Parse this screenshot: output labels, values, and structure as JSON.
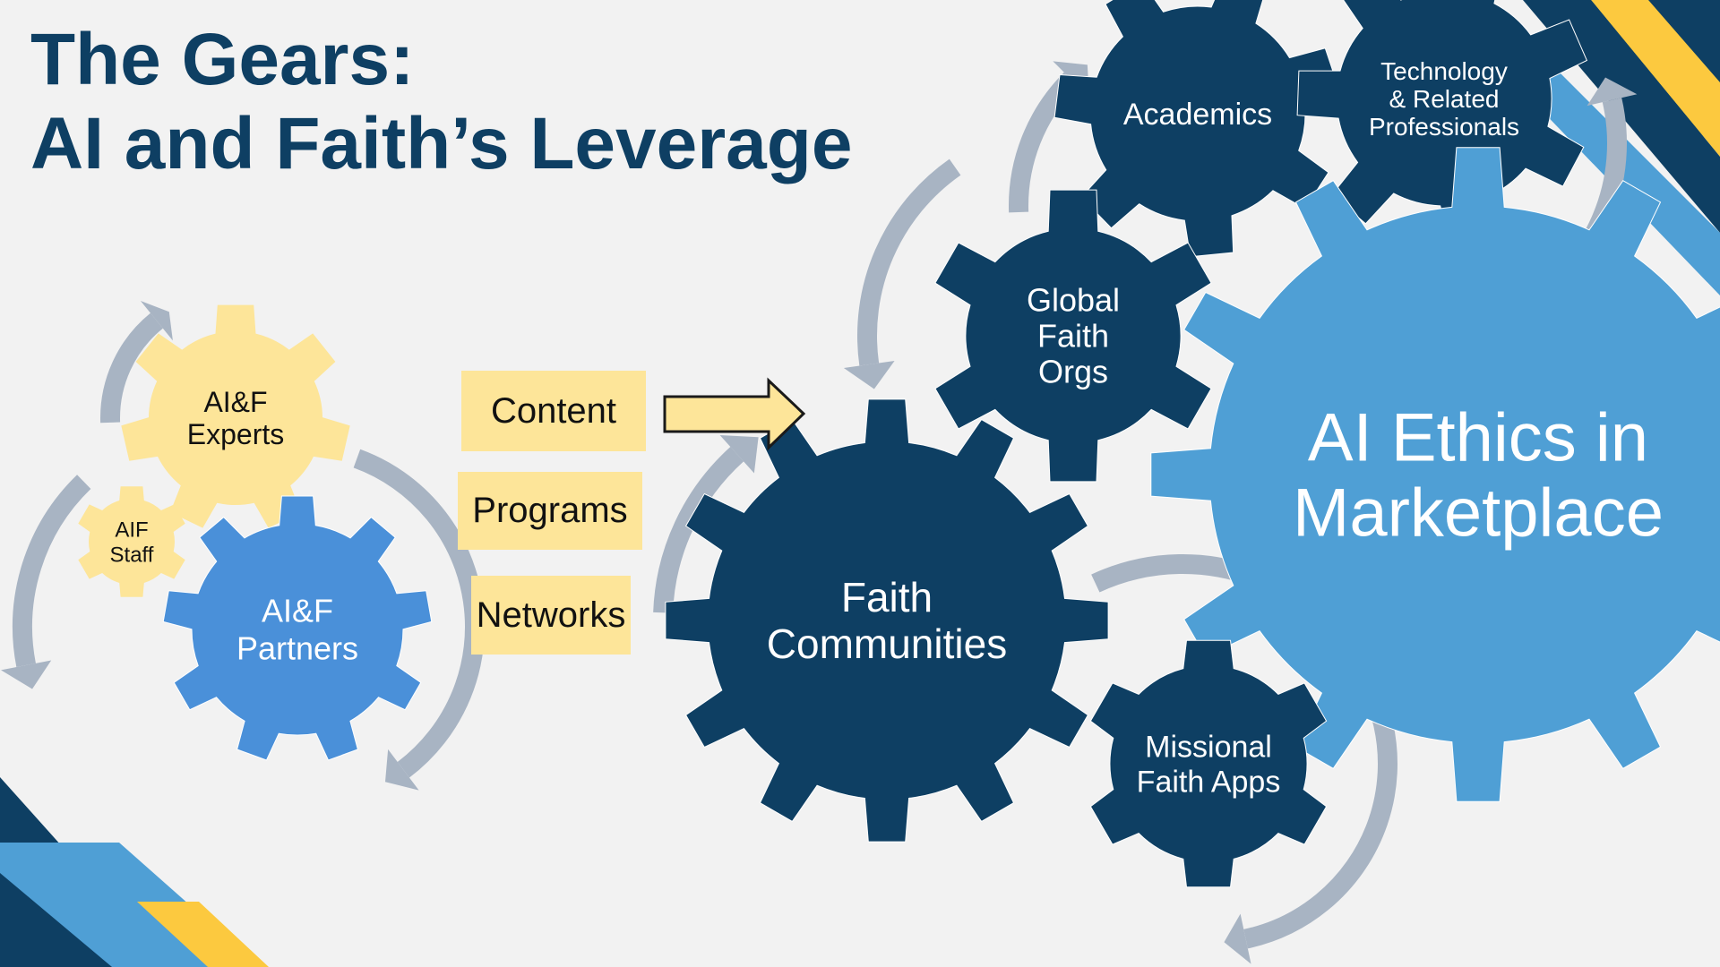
{
  "slide": {
    "title_line1": "The Gears:",
    "title_line2": "AI and Faith’s Leverage"
  },
  "colors": {
    "background": "#f2f2f2",
    "navy": "#0e3f63",
    "light_blue": "#4f9fd5",
    "partner_blue": "#4a90d9",
    "pale_yellow": "#fde599",
    "accent_yellow": "#fcc93f",
    "arrow_gray": "#a8b4c3"
  },
  "left_cluster": {
    "gears": [
      {
        "id": "experts",
        "lines": [
          "AI&F",
          "Experts"
        ]
      },
      {
        "id": "staff",
        "lines": [
          "AIF",
          "Staff"
        ]
      },
      {
        "id": "partners",
        "lines": [
          "AI&F",
          "Partners"
        ]
      }
    ]
  },
  "outputs": {
    "items": [
      {
        "label": "Content"
      },
      {
        "label": "Programs"
      },
      {
        "label": "Networks"
      }
    ],
    "arrow": "right-arrow-icon"
  },
  "right_cluster": {
    "gears": [
      {
        "id": "faith-communities",
        "lines": [
          "Faith",
          "Communities"
        ]
      },
      {
        "id": "global-faith-orgs",
        "lines": [
          "Global",
          "Faith",
          "Orgs"
        ]
      },
      {
        "id": "academics",
        "lines": [
          "Academics"
        ]
      },
      {
        "id": "technology",
        "lines": [
          "Technology",
          "& Related",
          "Professionals"
        ]
      },
      {
        "id": "missional-apps",
        "lines": [
          "Missional",
          "Faith Apps"
        ]
      },
      {
        "id": "marketplace",
        "lines": [
          "AI Ethics in",
          "Marketplace"
        ]
      }
    ]
  }
}
